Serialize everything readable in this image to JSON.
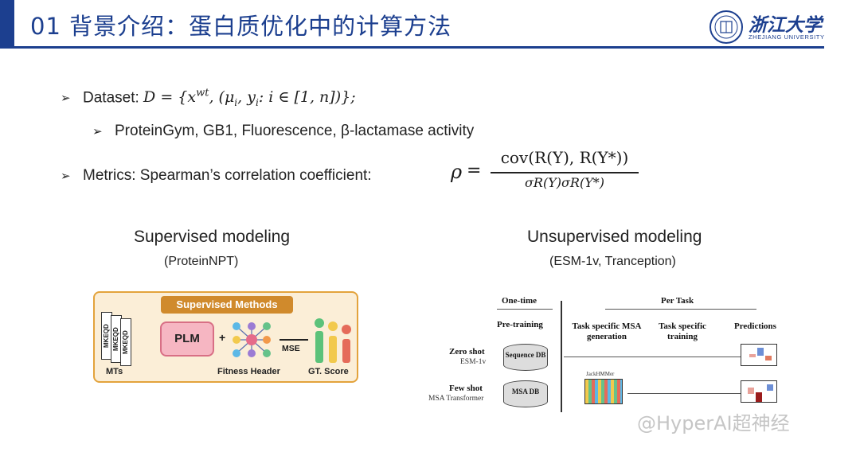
{
  "header": {
    "title": "01 背景介绍：蛋白质优化中的计算方法",
    "logo_cn": "浙江大学",
    "logo_en": "ZHEJIANG UNIVERSITY"
  },
  "bullets": {
    "dataset_label": "Dataset: ",
    "dataset_formula": "D = {x",
    "dataset_sup": "wt",
    "dataset_rest": ",  (μ",
    "dataset_sub_i": "i",
    "dataset_rest2": ",  y",
    "dataset_sub_i2": "i",
    "dataset_rest3": ": i ∈ [1, n])};",
    "datasets_list": "ProteinGym, GB1, Fluorescence, β-lactamase activity",
    "metrics_label": "Metrics: Spearman’s correlation coefficient:"
  },
  "formula": {
    "lhs": "ρ",
    "eq": "=",
    "numerator": "cov(R(Y), R(Y*))",
    "denominator": "σR(Y)σR(Y*)"
  },
  "supervised": {
    "heading": "Supervised modeling",
    "sub": "(ProteinNPT)",
    "tag": "Supervised Methods",
    "mt_cards": [
      "MKEQD",
      "MKEQD",
      "MKEQD"
    ],
    "plm": "PLM",
    "plus": "+",
    "mse": "MSE",
    "label_mts": "MTs",
    "label_fitness": "Fitness Header",
    "label_gt": "GT. Score"
  },
  "unsupervised": {
    "heading": "Unsupervised modeling",
    "sub": "(ESM-1v, Tranception)",
    "one_time": "One-time",
    "per_task": "Per Task",
    "pretraining": "Pre-training",
    "task_msa": "Task specific MSA generation",
    "task_training": "Task specific training",
    "predictions": "Predictions",
    "zero_shot": "Zero shot",
    "zero_model": "ESM-1v",
    "few_shot": "Few shot",
    "few_model": "MSA Transformer",
    "db1": "Sequence DB",
    "db2": "MSA DB",
    "jackhmmer": "JackHMMer"
  },
  "watermark": "@HyperAI超神经",
  "colors": {
    "brand_blue": "#1c3f8f",
    "sup_bg": "#fbeed7",
    "sup_border": "#e3a33c",
    "sup_tag": "#d08a2c",
    "plm_fill": "#f6b6c2"
  }
}
